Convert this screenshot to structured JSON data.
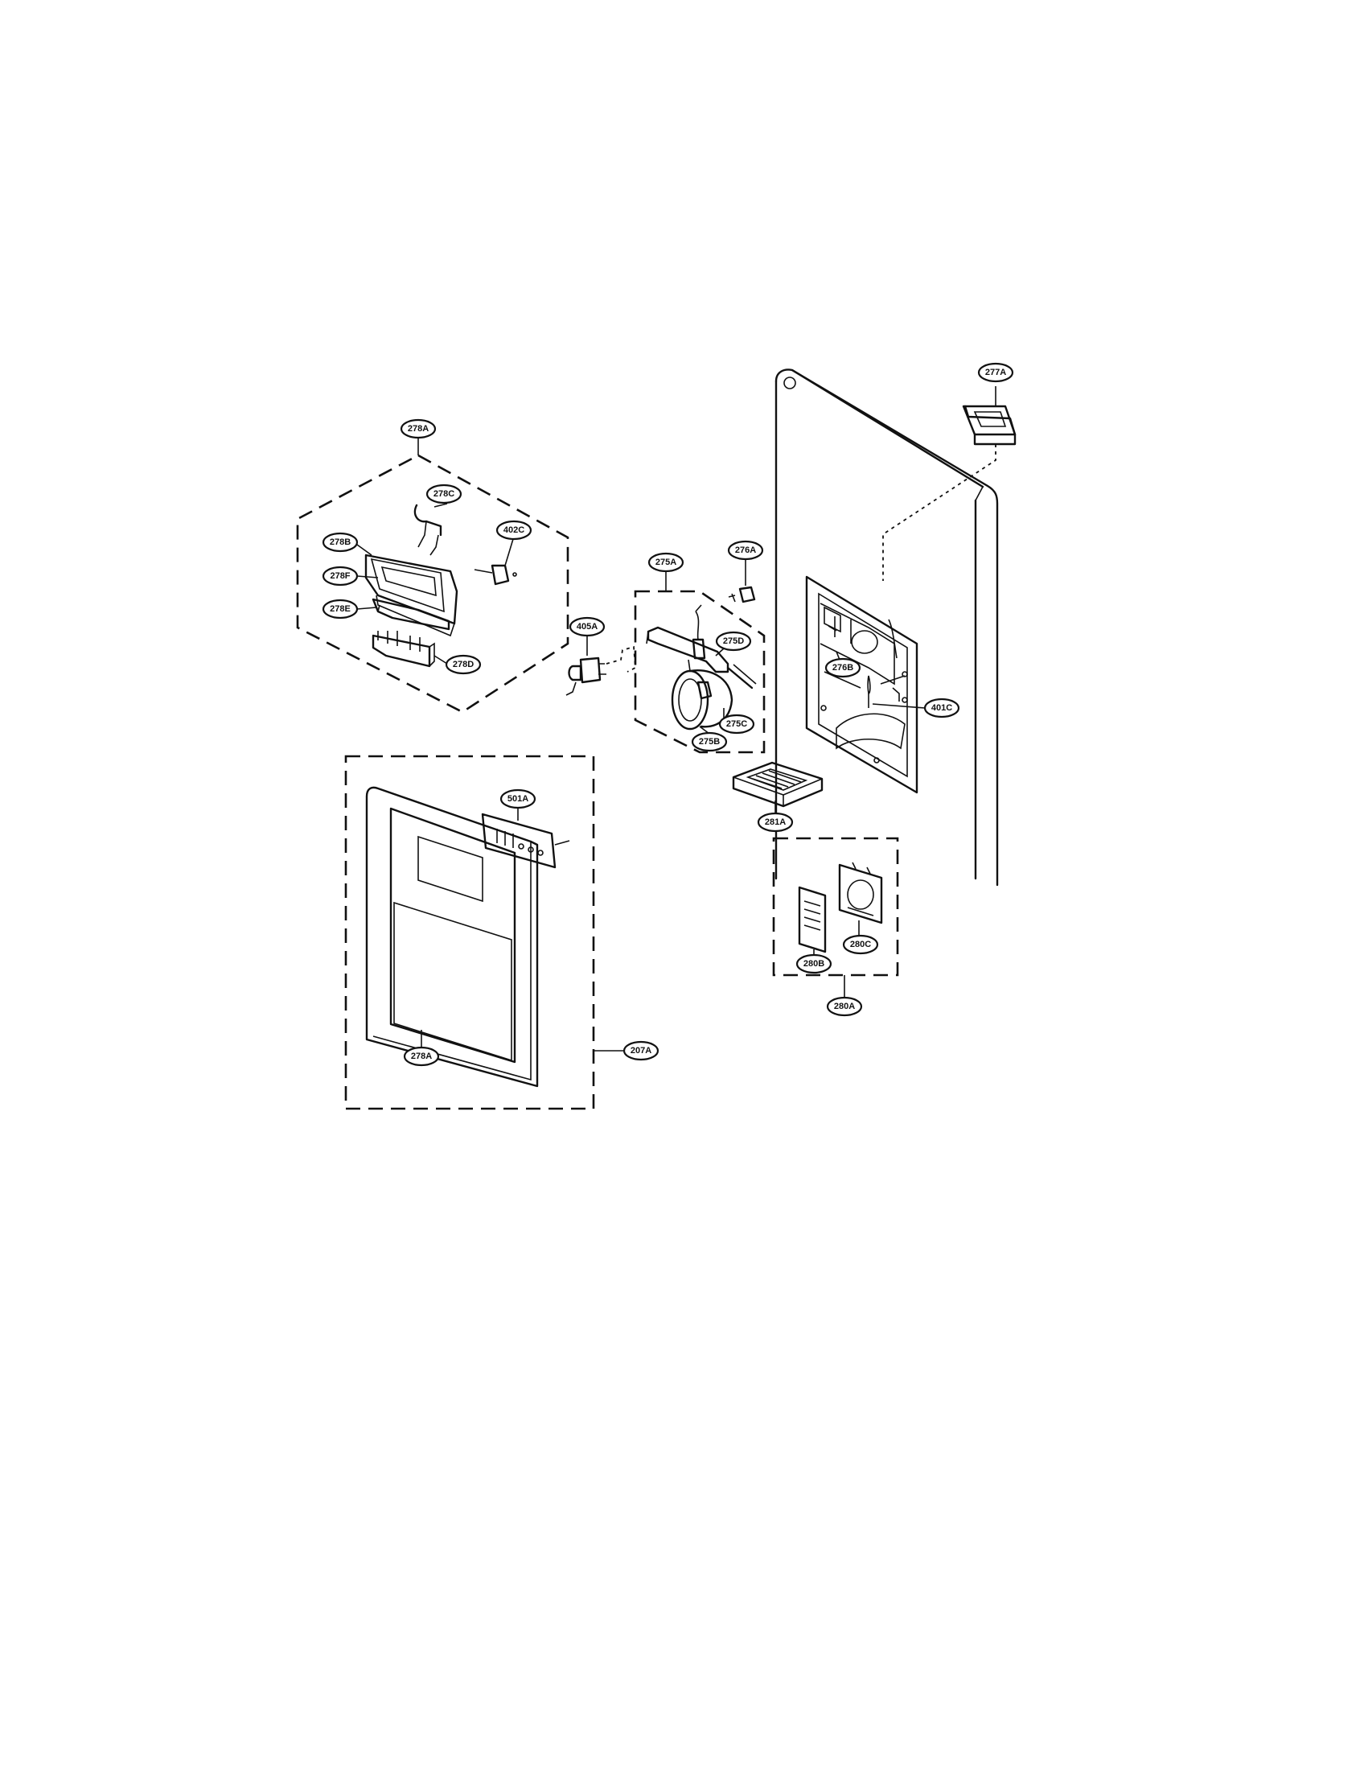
{
  "labels": {
    "l277A": "277A",
    "l278A_top": "278A",
    "l278C": "278C",
    "l402C": "402C",
    "l278B": "278B",
    "l278F": "278F",
    "l278E": "278E",
    "l278D": "278D",
    "l275A": "275A",
    "l276A": "276A",
    "l405A": "405A",
    "l275D": "275D",
    "l275C": "275C",
    "l275B": "275B",
    "l276B": "276B",
    "l401C": "401C",
    "l281A": "281A",
    "l501A": "501A",
    "l278A_bottom": "278A",
    "l207A": "207A",
    "l280B": "280B",
    "l280C": "280C",
    "l280A": "280A"
  },
  "colors": {
    "line": "#111111",
    "background": "#ffffff"
  }
}
